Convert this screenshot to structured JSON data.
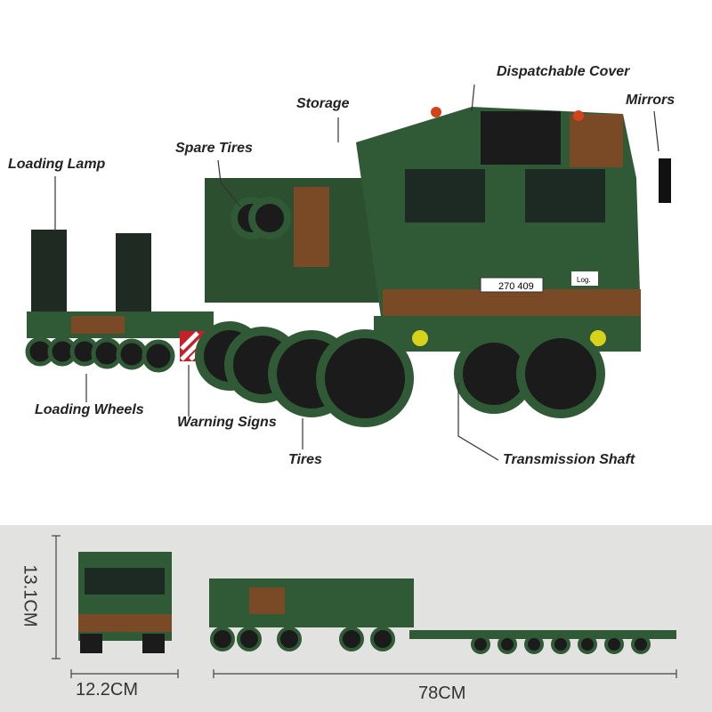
{
  "callouts": {
    "dispatchable_cover": "Dispatchable Cover",
    "mirrors": "Mirrors",
    "storage": "Storage",
    "spare_tires": "Spare Tires",
    "loading_lamp": "Loading Lamp",
    "loading_wheels": "Loading Wheels",
    "warning_signs": "Warning Signs",
    "tires": "Tires",
    "transmission_shaft": "Transmission Shaft"
  },
  "plate": "270 409",
  "badge": "Log.",
  "dimensions": {
    "height": "13.1CM",
    "width": "12.2CM",
    "length": "78CM"
  },
  "colors": {
    "green": "#2f5a35",
    "dark": "#1d1d1d",
    "brown": "#7a4a26",
    "background": "#e2e2e0"
  }
}
